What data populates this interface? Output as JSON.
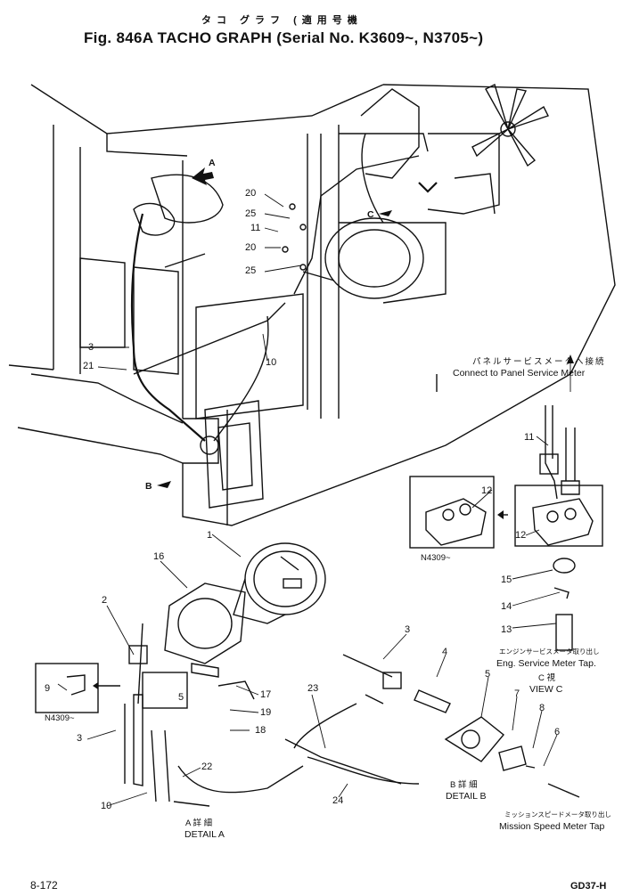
{
  "header": {
    "kana": "タコ グラフ (適用号機",
    "title": "Fig. 846A TACHO GRAPH (Serial No. K3609~, N3705~)"
  },
  "views": {
    "a_arrow": "A",
    "b_arrow": "B",
    "c_arrow": "C"
  },
  "part_numbers": {
    "p1": "1",
    "p2": "2",
    "p3a": "3",
    "p3b": "3",
    "p3c": "3",
    "p4": "4",
    "p5a": "5",
    "p5b": "5",
    "p6": "6",
    "p7": "7",
    "p8": "8",
    "p9": "9",
    "p10a": "10",
    "p10b": "10",
    "p11a": "11",
    "p11b": "11",
    "p12a": "12",
    "p12b": "12",
    "p13": "13",
    "p14": "14",
    "p15": "15",
    "p16": "16",
    "p17": "17",
    "p18": "18",
    "p19": "19",
    "p20a": "20",
    "p20b": "20",
    "p21": "21",
    "p22": "22",
    "p23": "23",
    "p24": "24",
    "p25a": "25",
    "p25b": "25"
  },
  "callouts": {
    "panel_jp": "パネルサービスメータへ接続",
    "panel_en": "Connect to Panel Service Meter",
    "n4309_right": "N4309~",
    "n4309_left": "N4309~",
    "eng_jp": "エンジンサービスメータ取り出し",
    "eng_en": "Eng. Service Meter Tap.",
    "view_c_jp": "C 視",
    "view_c": "VIEW C",
    "detail_b_jp": "B 詳 細",
    "detail_b": "DETAIL B",
    "detail_a_jp": "A 詳 細",
    "detail_a": "DETAIL A",
    "mission_jp": "ミッションスピードメータ取り出し",
    "mission_en": "Mission Speed Meter Tap"
  },
  "footer": {
    "page": "8-172",
    "code": "GD37-H"
  }
}
